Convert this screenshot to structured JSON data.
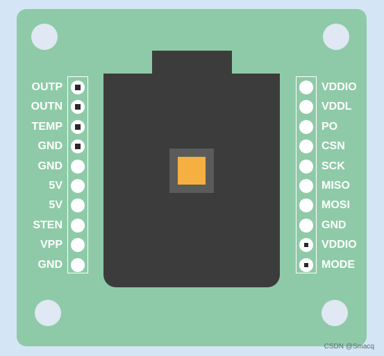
{
  "left_pins": [
    {
      "label": "OUTP",
      "marker": "square"
    },
    {
      "label": "OUTN",
      "marker": "square"
    },
    {
      "label": "TEMP",
      "marker": "square"
    },
    {
      "label": "GND",
      "marker": "square"
    },
    {
      "label": "GND",
      "marker": "none"
    },
    {
      "label": "5V",
      "marker": "none"
    },
    {
      "label": "5V",
      "marker": "none"
    },
    {
      "label": "STEN",
      "marker": "none"
    },
    {
      "label": "VPP",
      "marker": "none"
    },
    {
      "label": "GND",
      "marker": "none"
    }
  ],
  "right_pins": [
    {
      "label": "VDDIO",
      "marker": "none"
    },
    {
      "label": "VDDL",
      "marker": "none"
    },
    {
      "label": "PO",
      "marker": "none"
    },
    {
      "label": "CSN",
      "marker": "none"
    },
    {
      "label": "SCK",
      "marker": "none"
    },
    {
      "label": "MISO",
      "marker": "none"
    },
    {
      "label": "MOSI",
      "marker": "none"
    },
    {
      "label": "GND",
      "marker": "none"
    },
    {
      "label": "VDDIO",
      "marker": "small-square"
    },
    {
      "label": "MODE",
      "marker": "small-square"
    }
  ],
  "colors": {
    "background": "#d4e6f5",
    "board": "#8ecaa7",
    "component": "#3c3c3c",
    "sensor_frame": "#5b5b5b",
    "sensor_window": "#f5b041",
    "pin": "#ffffff"
  },
  "watermark": "CSDN @Smacq"
}
